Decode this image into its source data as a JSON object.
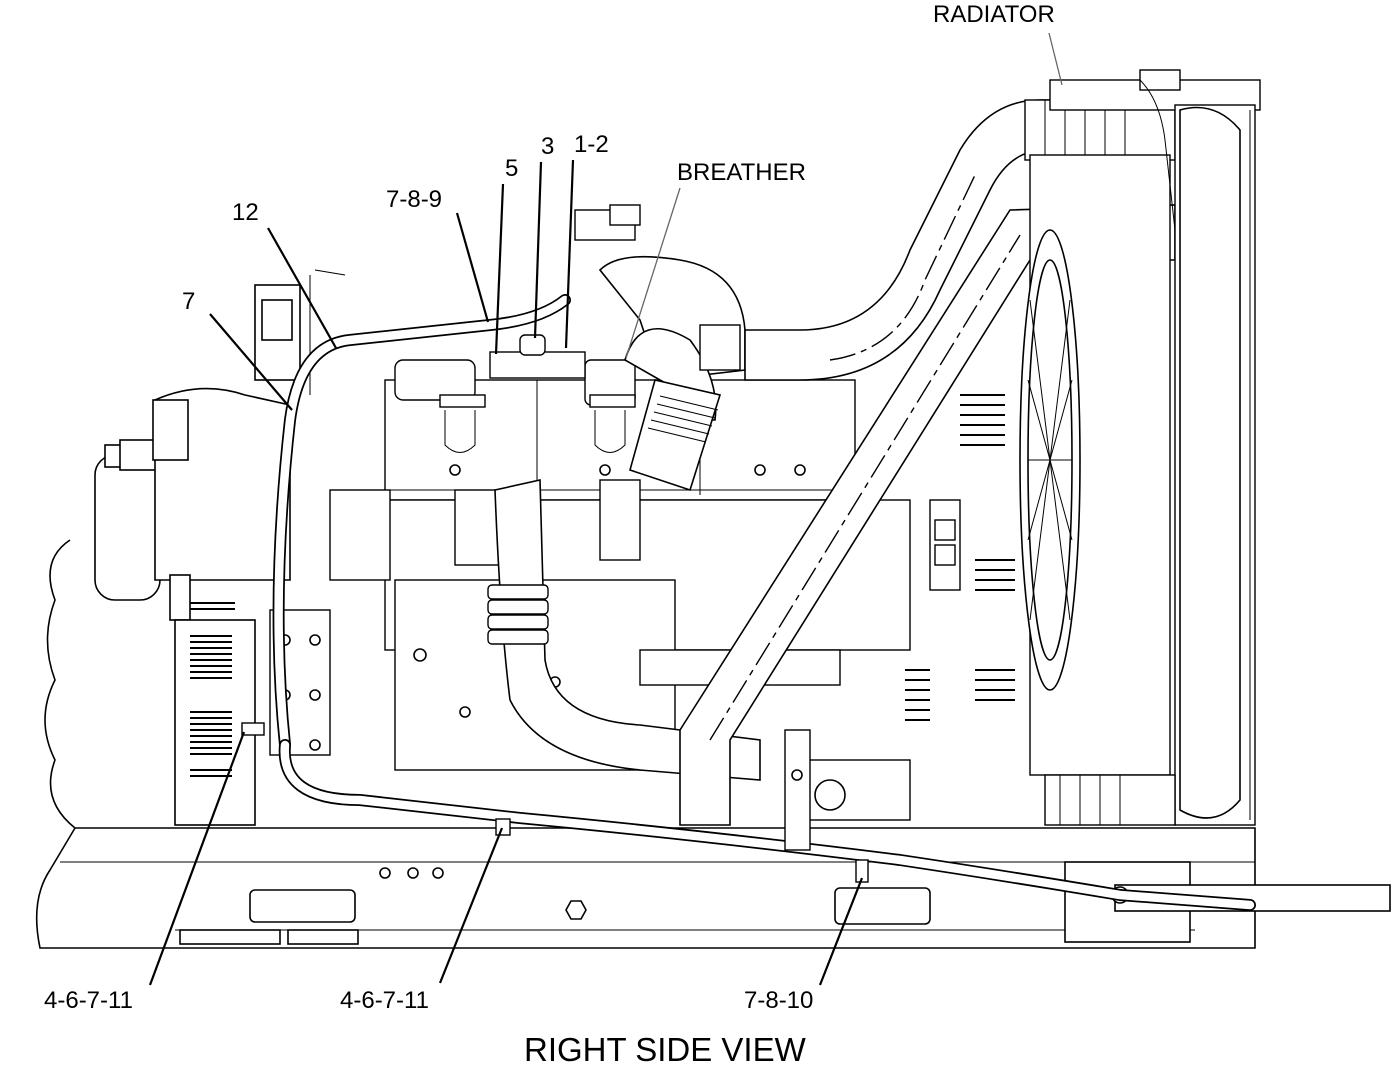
{
  "diagram": {
    "caption": "RIGHT SIDE VIEW",
    "callouts": {
      "radiator": "RADIATOR",
      "breather": "BREATHER",
      "c_1_2": "1-2",
      "c_3": "3",
      "c_5": "5",
      "c_7_8_9": "7-8-9",
      "c_12": "12",
      "c_7": "7",
      "c_4_6_7_11_left": "4-6-7-11",
      "c_4_6_7_11_mid": "4-6-7-11",
      "c_7_8_10": "7-8-10"
    }
  }
}
